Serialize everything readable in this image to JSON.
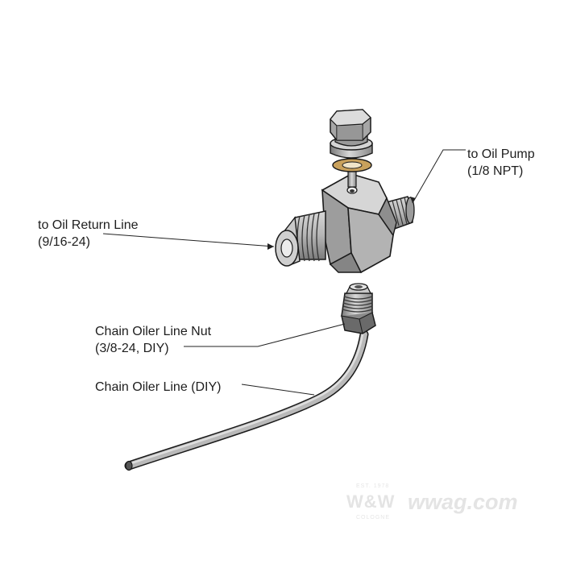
{
  "labels": {
    "oil_pump": {
      "line1": "to Oil Pump",
      "line2": "(1/8 NPT)"
    },
    "oil_return": {
      "line1": "to Oil Return Line",
      "line2": "(9/16-24)"
    },
    "line_nut": {
      "line1": "Chain Oiler Line Nut",
      "line2": "(3/8-24, DIY)"
    },
    "oiler_line": {
      "line1": "Chain Oiler Line (DIY)"
    }
  },
  "watermark": {
    "brand": "W&W",
    "site": "wwag.com",
    "est": "EST. 1978",
    "city": "COLOGNE"
  },
  "colors": {
    "metal_light": "#cfcfcf",
    "metal_mid": "#a9a9a9",
    "metal_dark": "#6f6f6f",
    "washer": "#c9a15c",
    "outline": "#1a1a1a",
    "leader": "#222222",
    "watermark": "#e4e4e4"
  }
}
